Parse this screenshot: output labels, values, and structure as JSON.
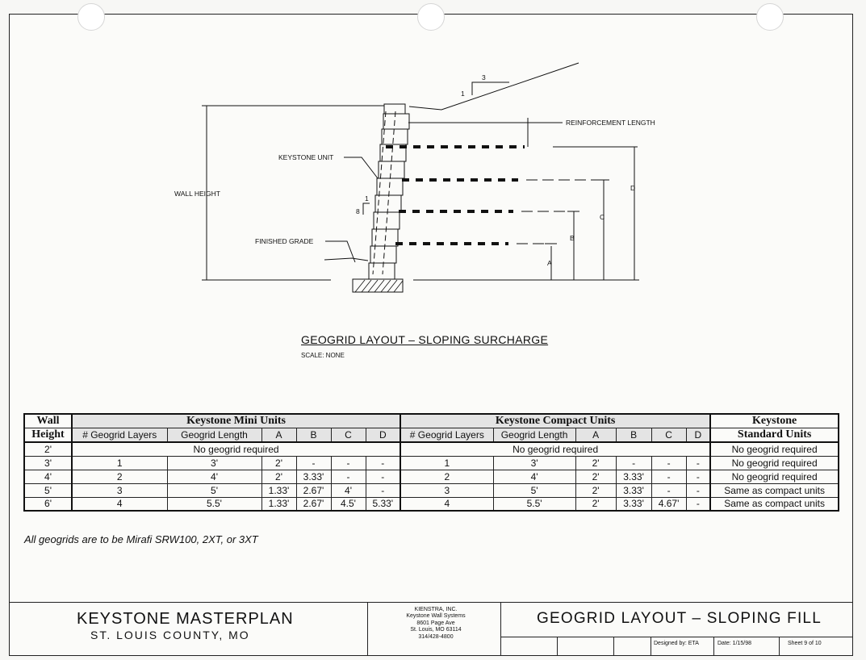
{
  "drawing": {
    "labels": {
      "slope_rise": "1",
      "slope_run": "3",
      "reinforcement_length": "REINFORCEMENT LENGTH",
      "keystone_unit": "KEYSTONE UNIT",
      "wall_height": "WALL HEIGHT",
      "batter_rise": "1",
      "batter_run": "8",
      "finished_grade": "FINISHED GRADE",
      "dim_a": "A",
      "dim_b": "B",
      "dim_c": "C",
      "dim_d": "D"
    },
    "title": "GEOGRID LAYOUT – SLOPING SURCHARGE",
    "scale": "SCALE: NONE"
  },
  "table": {
    "wall_header_top": "Wall",
    "wall_header_bottom": "Height",
    "mini_header": "Keystone Mini Units",
    "compact_header": "Keystone Compact Units",
    "standard_header_top": "Keystone",
    "standard_header_bottom": "Standard Units",
    "sub_headers": [
      "# Geogrid Layers",
      "Geogrid Length",
      "A",
      "B",
      "C",
      "D"
    ],
    "no_geogrid": "No geogrid required",
    "rows": [
      {
        "height": "2'",
        "standard": "No geogrid required"
      },
      {
        "height": "3'",
        "mini": [
          "1",
          "3'",
          "2'",
          "-",
          "-",
          "-"
        ],
        "compact": [
          "1",
          "3'",
          "2'",
          "-",
          "-",
          "-"
        ],
        "standard": "No geogrid required"
      },
      {
        "height": "4'",
        "mini": [
          "2",
          "4'",
          "2'",
          "3.33'",
          "-",
          "-"
        ],
        "compact": [
          "2",
          "4'",
          "2'",
          "3.33'",
          "-",
          "-"
        ],
        "standard": "No geogrid required"
      },
      {
        "height": "5'",
        "mini": [
          "3",
          "5'",
          "1.33'",
          "2.67'",
          "4'",
          "-"
        ],
        "compact": [
          "3",
          "5'",
          "2'",
          "3.33'",
          "-",
          "-"
        ],
        "standard": "Same as compact units"
      },
      {
        "height": "6'",
        "mini": [
          "4",
          "5.5'",
          "1.33'",
          "2.67'",
          "4.5'",
          "5.33'"
        ],
        "compact": [
          "4",
          "5.5'",
          "2'",
          "3.33'",
          "4.67'",
          "-"
        ],
        "standard": "Same as compact units"
      }
    ]
  },
  "note": "All geogrids are to be Mirafi SRW100, 2XT, or 3XT",
  "title_block": {
    "project": "KEYSTONE MASTERPLAN",
    "county": "ST. LOUIS COUNTY, MO",
    "company_lines": [
      "KIENSTRA, INC.",
      "Keystone Wall Systems",
      "8601 Page Ave",
      "St. Louis, MO  63114",
      "314/428-4800"
    ],
    "sheet_title": "GEOGRID LAYOUT – SLOPING FILL",
    "designed_by": "Designed by: ETA",
    "date": "Date: 1/15/98",
    "sheet": "Sheet 9 of 10"
  }
}
